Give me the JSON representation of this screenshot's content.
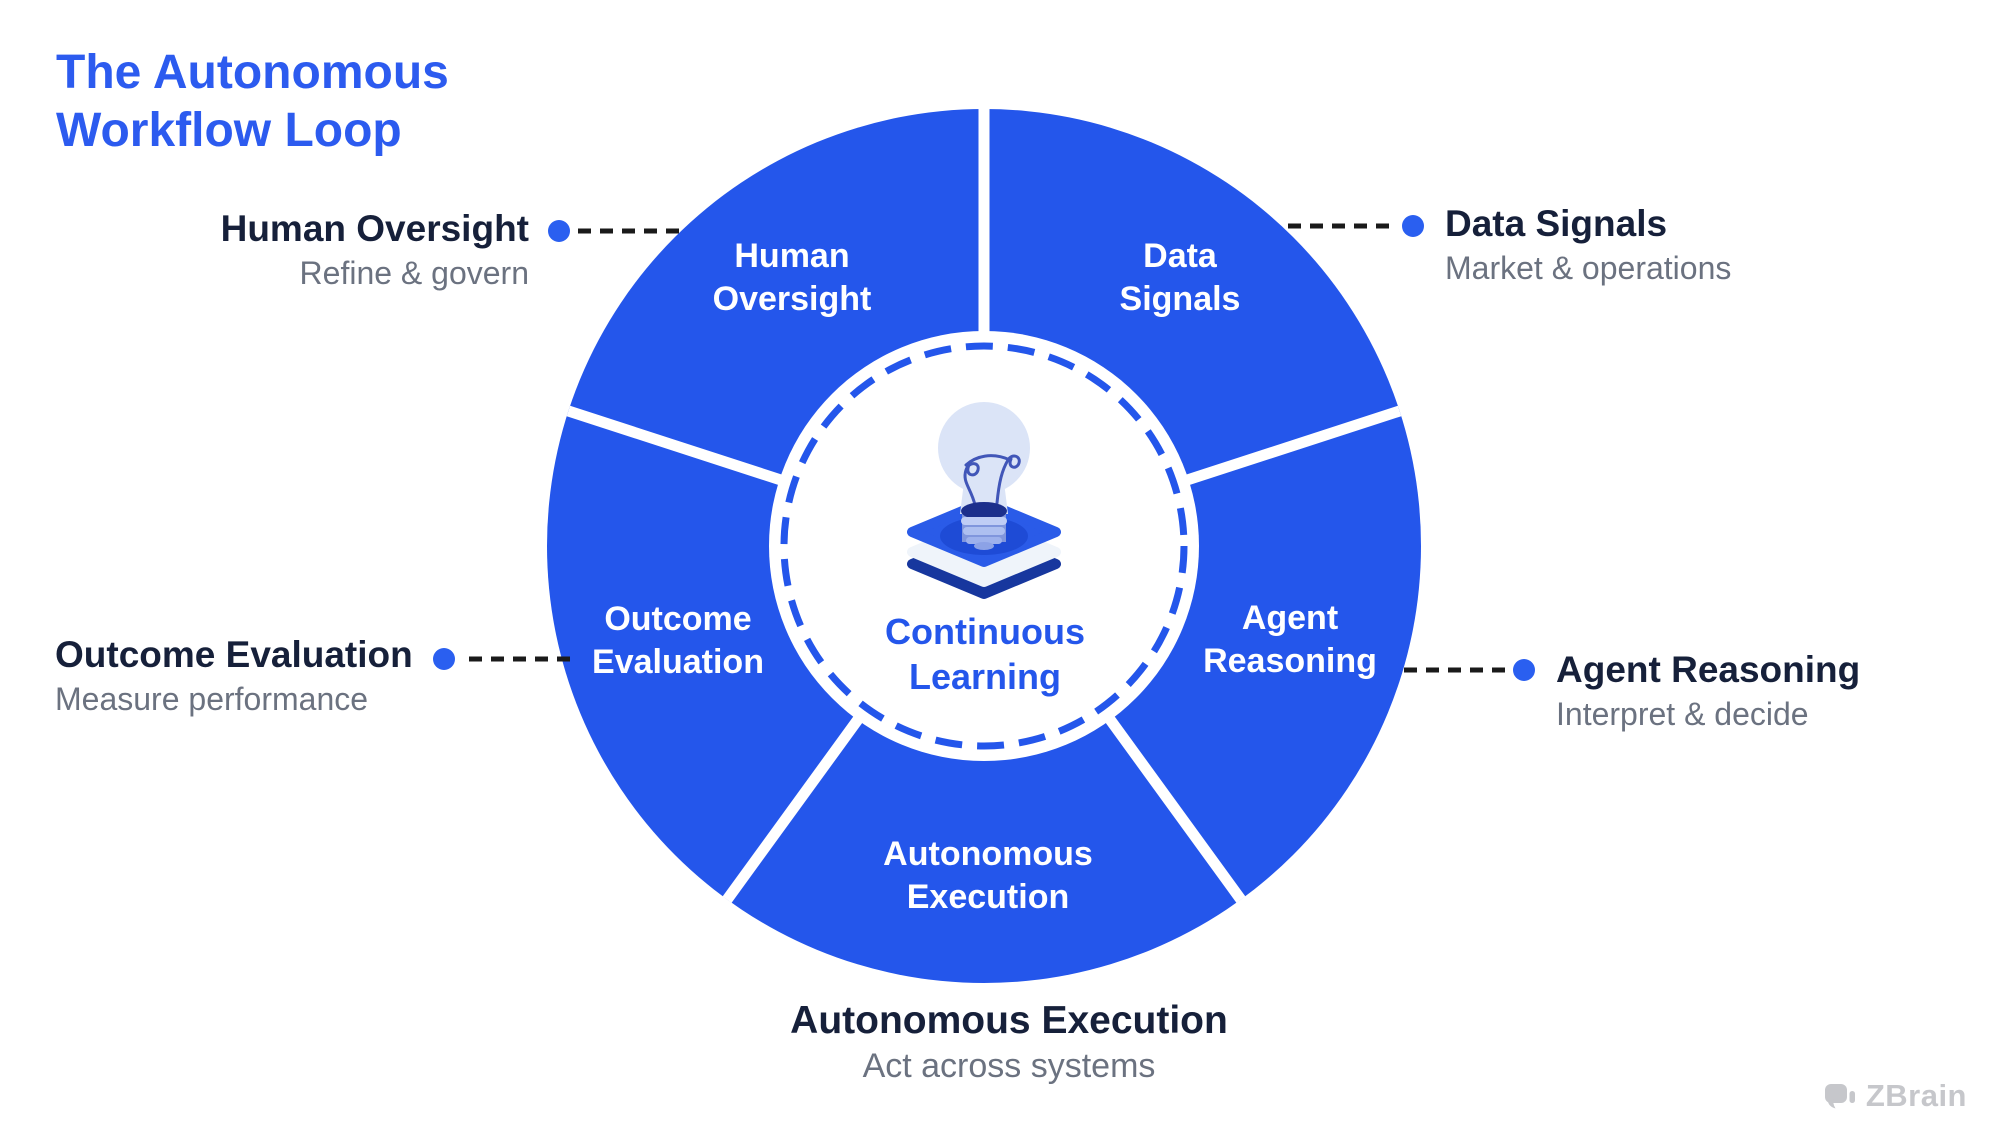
{
  "title": "The Autonomous\nWorkflow Loop",
  "wheel": {
    "center_title": "Continuous\nLearning",
    "center_icon": "lightbulb-on-book-icon",
    "segments": {
      "human_oversight": "Human\nOversight",
      "data_signals": "Data\nSignals",
      "agent_reasoning": "Agent\nReasoning",
      "autonomous_execution": "Autonomous\nExecution",
      "outcome_evaluation": "Outcome\nEvaluation"
    }
  },
  "callouts": {
    "human_oversight": {
      "title": "Human Oversight",
      "subtitle": "Refine & govern"
    },
    "data_signals": {
      "title": "Data Signals",
      "subtitle": "Market & operations"
    },
    "outcome_evaluation": {
      "title": "Outcome Evaluation",
      "subtitle": "Measure performance"
    },
    "agent_reasoning": {
      "title": "Agent Reasoning",
      "subtitle": "Interpret & decide"
    },
    "autonomous_execution": {
      "title": "Autonomous Execution",
      "subtitle": "Act across systems"
    }
  },
  "brand": {
    "logo_text": "ZBrain"
  },
  "colors": {
    "wheel_blue": "#2456EB",
    "title_blue": "#2C5BEF",
    "dot_blue": "#2A5FF0",
    "text_dark": "#16203A",
    "text_gray": "#6B7280",
    "connector_black": "#1A1A1A",
    "logo_gray": "#C6C7CB",
    "book_top_blue": "#2A5BE8",
    "book_shadow_blue": "#1E4BD6",
    "book_cover_navy": "#17379E",
    "bulb_glass": "#DBE4F7"
  }
}
